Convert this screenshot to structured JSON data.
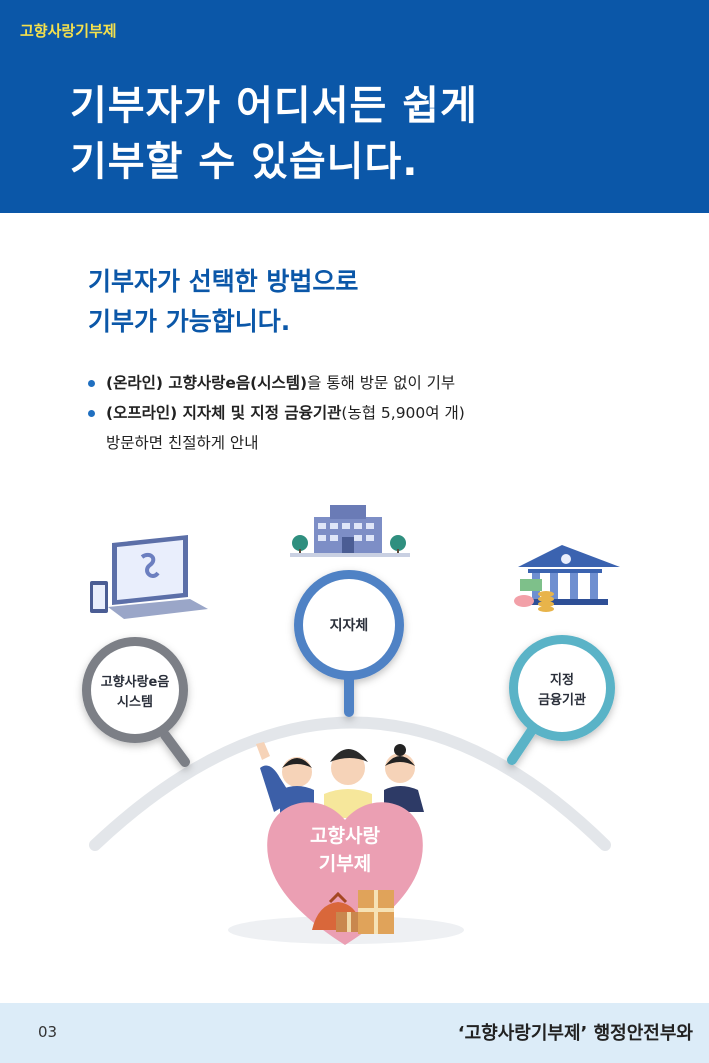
{
  "header": {
    "brand": "고향사랑기부제",
    "headline_line1": "기부자가 어디서든 쉽게",
    "headline_line2": "기부할 수 있습니다."
  },
  "main": {
    "subhead_line1": "기부자가 선택한 방법으로",
    "subhead_line2": "기부가 가능합니다.",
    "bullets": [
      {
        "bold": "(온라인) 고향사랑e음(시스템)",
        "rest": "을 통해 방문 없이 기부"
      },
      {
        "bold": "(오프라인) 지자체 및 지정 금융기관",
        "rest": "(농협 5,900여 개)",
        "rest2": "방문하면 친절하게 안내"
      }
    ]
  },
  "illustration": {
    "pin_left_line1": "고향사랑e음",
    "pin_left_line2": "시스템",
    "pin_center": "지자체",
    "pin_right_line1": "지정",
    "pin_right_line2": "금융기관",
    "heart_line1": "고향사랑",
    "heart_line2": "기부제"
  },
  "footer": {
    "page_number": "03",
    "right_text": "‘고향사랑기부제’ 행정안전부와"
  },
  "colors": {
    "header_blue": "#0b57a8",
    "brand_yellow": "#f4e04d",
    "pin_gray": "#7b7f86",
    "pin_blue": "#4f82c5",
    "pin_teal": "#5ab3c7",
    "heart_pink": "#eb9fb3",
    "footer_bg": "#dcecf8"
  }
}
